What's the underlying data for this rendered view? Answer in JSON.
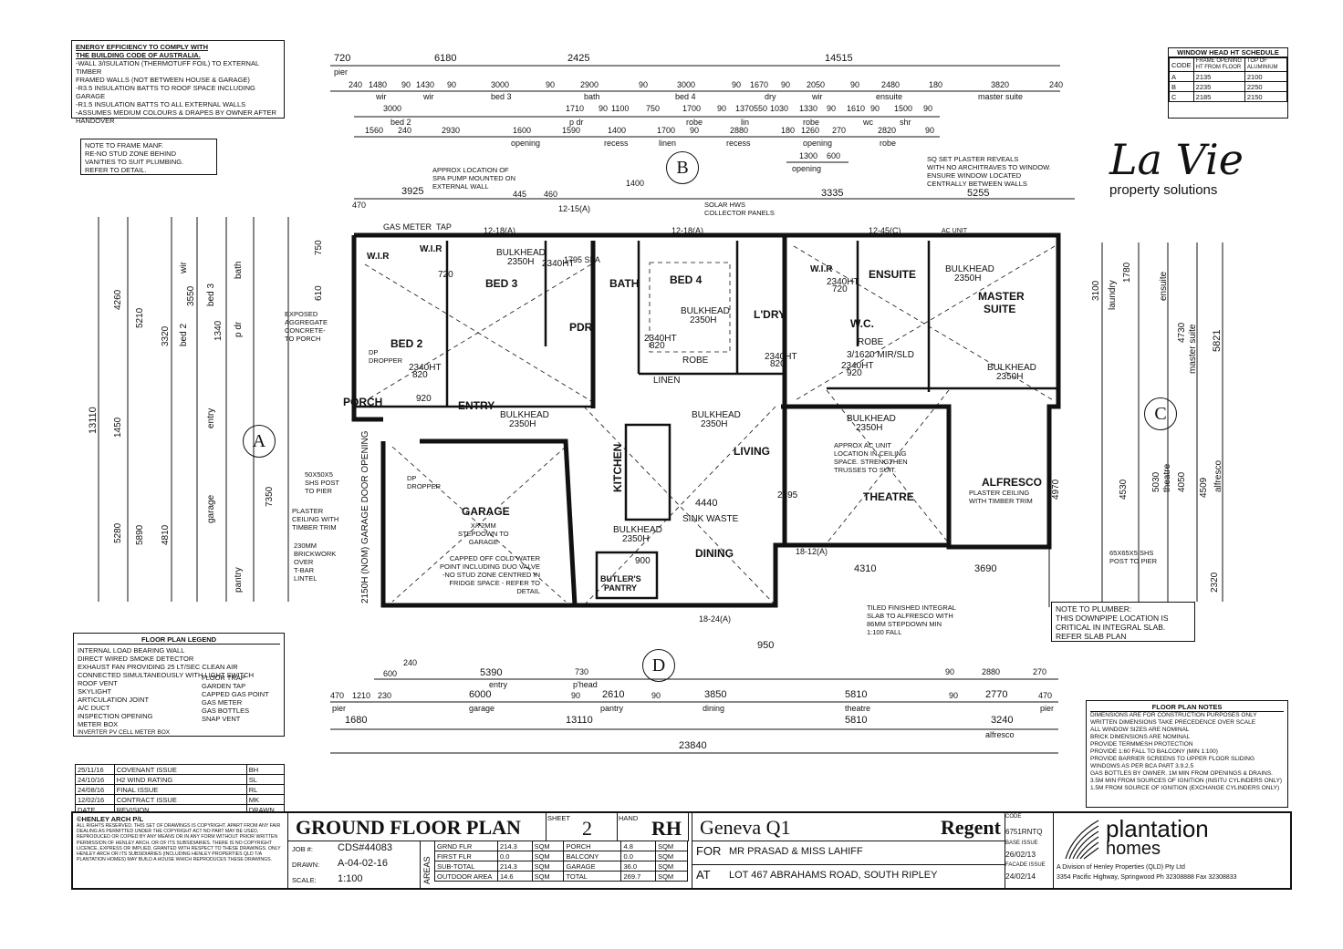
{
  "energy_notes": {
    "title_1": "ENERGY EFFICIENCY TO COMPLY WITH",
    "title_2": "THE BUILDING CODE OF AUSTRALIA.",
    "lines": [
      "-WALL 3/ISULATION (THERMOTUFF FOIL) TO EXTERNAL TIMBER",
      "FRAMED WALLS (NOT BETWEEN HOUSE & GARAGE)",
      "-R3.5 INSULATION BATTS TO ROOF SPACE INCLUDING",
      "GARAGE",
      "-R1.5 INSULATION BATTS TO ALL EXTERNAL WALLS",
      "-ASSUMES MEDIUM COLOURS & DRAPES BY OWNER AFTER",
      "HANDOVER"
    ]
  },
  "frame_note": [
    "NOTE TO FRAME MANF.",
    "RE-NO STUD ZONE BEHIND",
    "VANITIES TO SUIT PLUMBING.",
    "REFER TO DETAIL."
  ],
  "window_schedule": {
    "title": "WINDOW HEAD HT SCHEDULE",
    "headers": [
      "CODE",
      "FRAME OPENING HT FROM FLOOR",
      "TOP OF ALUMINIUM"
    ],
    "rows": [
      [
        "A",
        "2135",
        "2100"
      ],
      [
        "B",
        "2235",
        "2250"
      ],
      [
        "C",
        "2185",
        "2150"
      ]
    ]
  },
  "brand": {
    "logo_main": "La Vie",
    "logo_sub": "property solutions"
  },
  "top_dims": {
    "row1": [
      "720",
      "6180",
      "2425",
      "14515"
    ],
    "row1_sub": "pier",
    "row2": [
      "240",
      "1480",
      "90",
      "1430",
      "90",
      "3000",
      "90",
      "2900",
      "90",
      "3000",
      "90",
      "1670",
      "90",
      "2050",
      "90",
      "2480",
      "180",
      "3820",
      "240"
    ],
    "row2_labels": [
      "wir",
      "wir",
      "bed 3",
      "bath",
      "bed 4",
      "dry",
      "wir",
      "ensuite",
      "master suite"
    ],
    "row3": [
      "3000",
      "1710",
      "90",
      "1100",
      "750",
      "1700",
      "90",
      "1370",
      "550",
      "1030",
      "1330",
      "90",
      "1610",
      "90",
      "1500",
      "90"
    ],
    "row3_labels": [
      "bed 2",
      "p dr",
      "robe",
      "lin",
      "robe",
      "wc",
      "shr"
    ],
    "row4": [
      "1560",
      "240",
      "2930",
      "1600",
      "1590",
      "1400",
      "1700",
      "90",
      "2880",
      "180",
      "1260",
      "270",
      "2820",
      "90"
    ],
    "row4_labels": [
      "opening",
      "recess",
      "linen",
      "recess",
      "opening",
      "robe"
    ],
    "row5": [
      "1300",
      "600"
    ],
    "row5_label": "opening"
  },
  "top_annotations": {
    "spa_pump": [
      "APPROX LOCATION OF",
      "SPA PUMP MOUNTED ON",
      "EXTERNAL WALL"
    ],
    "solar_hws": [
      "SOLAR HWS",
      "COLLECTOR PANELS"
    ],
    "plaster_reveals": [
      "SQ SET PLASTER REVEALS",
      "WITH NO ARCHITRAVES TO WINDOW.",
      "ENSURE WINDOW LOCATED",
      "CENTRALLY BETWEEN WALLS"
    ],
    "dims": [
      "470",
      "3925",
      "445",
      "460",
      "12-15(A)",
      "1400",
      "3335",
      "5255"
    ],
    "window_codes": [
      "12-18(A)",
      "12-18(A)",
      "12-45(C)"
    ],
    "gas_meter": "GAS METER",
    "tap": "TAP",
    "ac_unit": "AC UNIT"
  },
  "rooms": {
    "wir_left": "W.I.R",
    "wir_mid": "W.I.R",
    "bed3": "BED 3",
    "bath": "BATH",
    "bed4": "BED 4",
    "bed2": "BED 2",
    "pdr": "PDR",
    "ldry": "L'DRY",
    "wir_right": "W.I.R",
    "ensuite": "ENSUITE",
    "master": "MASTER",
    "master2": "SUITE",
    "wc": "W.C.",
    "robe1": "ROBE",
    "robe2": "ROBE",
    "linen": "LINEN",
    "porch": "PORCH",
    "entry": "ENTRY",
    "living": "LIVING",
    "theatre": "THEATRE",
    "alfresco": "ALFRESCO",
    "garage": "GARAGE",
    "dining": "DINING",
    "kitchen": "KITCHEN",
    "butlers": "BUTLER'S",
    "pantry": "PANTRY"
  },
  "plan_notes": {
    "bulkhead": "BULKHEAD",
    "bulkhead_h": "2350H",
    "spa": "1795 SPA",
    "ht_2340": "2340HT",
    "w_820": "820",
    "w_720": "720",
    "w_920": "920",
    "w_900": "900",
    "dp_dropper": [
      "DP",
      "DROPPER"
    ],
    "exposed": [
      "EXPOSED",
      "AGGREGATE",
      "CONCRETE-",
      "TO PORCH"
    ],
    "post": [
      "50X50X5",
      "SHS POST",
      "TO PIER"
    ],
    "plaster_ceiling": [
      "PLASTER",
      "CEILING WITH",
      "TIMBER TRIM"
    ],
    "brickwork": [
      "230MM",
      "BRICKWORK",
      "OVER",
      "T-BAR",
      "LINTEL"
    ],
    "garage_stepdown": [
      "X/72MM",
      "STEPDOWN TO",
      "GARAGE"
    ],
    "capped_water": [
      "CAPPED OFF COLD WATER",
      "POINT INCLUDING DUO VALVE",
      "-NO STUD ZONE CENTRED IN",
      "FRIDGE SPACE - REFER TO",
      "DETAIL"
    ],
    "sink_waste": "SINK WASTE",
    "ac_location": [
      "APPROX AC UNIT",
      "LOCATION IN CEILING",
      "SPACE. STRENGTHEN",
      "TRUSSES TO SUIT."
    ],
    "alfresco_ceiling": [
      "PLASTER CEILING",
      "WITH TIMBER TRIM"
    ],
    "tiled": [
      "TILED FINISHED INTEGRAL",
      "SLAB TO ALFRESCO WITH",
      "86MM STEPDOWN MIN",
      "1:100 FALL"
    ],
    "post_right": [
      "65X65X5 SHS",
      "POST TO PIER"
    ],
    "mirror": "3/1620 MIR/SLD",
    "garage_door": "2150H (NOM) GARAGE DOOR OPENING",
    "dim_4440": "4440",
    "dim_2495": "2495",
    "dim_4310": "4310",
    "dim_3690": "3690",
    "dim_4970": "4970",
    "dim_4530": "4530",
    "dim_950": "950",
    "win_18_24": "18-24(A)",
    "win_18_12": "18-12(A)"
  },
  "plumber_note": [
    "NOTE TO PLUMBER:",
    "THIS DOWNPIPE LOCATION IS",
    "CRITICAL IN INTEGRAL SLAB.",
    "REFER SLAB PLAN"
  ],
  "left_dims": {
    "overall": "13110",
    "col1": [
      "4260",
      "5210",
      "3320",
      "1450",
      "5280"
    ],
    "col2": [
      "750",
      "610",
      "3550",
      "1340",
      "5890",
      "4810",
      "7350"
    ],
    "labels": [
      "bed 3",
      "bed 2",
      "wir",
      "bath",
      "p dr",
      "entry",
      "garage",
      "pantry"
    ]
  },
  "right_dims": {
    "overall": "5821",
    "col": [
      "3100",
      "1780",
      "4730",
      "5030",
      "4050",
      "4509",
      "2320"
    ],
    "labels": [
      "laundry",
      "ensuite",
      "master suite",
      "theatre",
      "alfresco"
    ]
  },
  "section_markers": [
    "A",
    "B",
    "C",
    "D"
  ],
  "bottom_dims": {
    "row1": [
      "240",
      "600",
      "5390",
      "730",
      "90",
      "2880",
      "270"
    ],
    "row1_labels": [
      "entry",
      "p'head"
    ],
    "row2": [
      "470",
      "1210",
      "230",
      "6000",
      "90",
      "2610",
      "90",
      "3850",
      "5810",
      "90",
      "2770",
      "470"
    ],
    "row2_labels": [
      "pier",
      "garage",
      "pantry",
      "dining",
      "theatre",
      "pier"
    ],
    "row3": [
      "1680",
      "13110",
      "5810",
      "3240"
    ],
    "row3_label": "alfresco",
    "overall": "23840"
  },
  "legend": {
    "title": "FLOOR PLAN LEGEND",
    "items": [
      "INTERNAL LOAD BEARING WALL",
      "DIRECT WIRED SMOKE DETECTOR",
      "EXHAUST FAN PROVIDING 25 LT/SEC CLEAN AIR CONNECTED SIMULTANEOUSLY WITH LIGHT SWITCH",
      "ROOF VENT",
      "SKYLIGHT",
      "ARTICULATION JOINT",
      "A/C DUCT",
      "INSPECTION OPENING",
      "METER BOX",
      "INVERTER PV CELL METER BOX"
    ],
    "items_right": [
      "FLOOR TRAP",
      "GARDEN TAP",
      "CAPPED GAS POINT",
      "GAS METER",
      "GAS BOTTLES",
      "SNAP VENT"
    ]
  },
  "notes": {
    "title": "FLOOR PLAN NOTES",
    "items": [
      "DIMENSIONS ARE FOR CONSTRUCTION PURPOSES ONLY",
      "WRITTEN DIMENSIONS TAKE PRECEDENCE OVER SCALE",
      "ALL WINDOW SIZES ARE NOMINAL",
      "BRICK DIMENSIONS ARE NOMINAL",
      "PROVIDE TERMMESH PROTECTION",
      "PROVIDE 1:60 FALL TO BALCONY (MIN 1:100)",
      "PROVIDE BARRIER SCREENS TO UPPER FLOOR SLIDING WINDOWS AS PER BCA PART 3.9.2.5",
      "GAS BOTTLES BY OWNER. 1M MIN FROM OPENINGS & DRAINS. 3.5M MIN FROM SOURCES OF IGNITION (INSITU CYLINDERS ONLY) 1.5M FROM SOURCE OF IGNITION (EXCHANGE CYLINDERS ONLY)"
    ]
  },
  "revisions": [
    [
      "25/11/16",
      "COVENANT ISSUE",
      "BH"
    ],
    [
      "24/10/16",
      "H2 WIND RATING",
      "SL"
    ],
    [
      "24/08/16",
      "FINAL ISSUE",
      "RL"
    ],
    [
      "12/02/16",
      "CONTRACT ISSUE",
      "MK"
    ],
    [
      "DATE",
      "REVISION",
      "DRAWN"
    ]
  ],
  "title_block": {
    "copyright_title": "©HENLEY ARCH P/L",
    "copyright_text": "ALL RIGHTS RESERVED. THIS SET OF DRAWINGS IS COPYRIGHT. APART FROM ANY FAIR DEALING AS PERMITTED UNDER THE COPYRIGHT ACT NO PART MAY BE USED, REPRODUCED OR COPIED BY ANY MEANS OR IN ANY FORM WITHOUT PRIOR WRITTEN PERMISSION OF HENLEY ARCH. OR OF ITS SUBSIDIARIES. THERE IS NO COPYRIGHT LICENCE, EXPRESS OR IMPLIED, GRANTED WITH RESPECT TO THESE DRAWINGS. ONLY HENLEY ARCH OR ITS SUBSIDIARIES (INCLUDING HENLEY PROPERTIES QLD T/A PLANTATION HOMES) MAY BUILD A HOUSE WHICH REPRODUCES THESE DRAWINGS.",
    "plan_title": "GROUND FLOOR PLAN",
    "sheet_label": "SHEET",
    "sheet": "2",
    "hand_label": "HAND",
    "hand": "RH",
    "job_label": "JOB #:",
    "job": "CDS#44083",
    "drawn_label": "DRAWN:",
    "drawn": "A-04-02-16",
    "scale_label": "SCALE:",
    "scale": "1:100",
    "areas_label": "AREAS",
    "areas": [
      [
        "GRND FLR",
        "214.3",
        "SQM",
        "PORCH",
        "4.8",
        "SQM"
      ],
      [
        "FIRST FLR",
        "0.0",
        "SQM",
        "BALCONY",
        "0.0",
        "SQM"
      ],
      [
        "SUB-TOTAL",
        "214.3",
        "SQM",
        "GARAGE",
        "36.0",
        "SQM"
      ],
      [
        "OUTDOOR AREA",
        "14.6",
        "SQM",
        "TOTAL",
        "269.7",
        "SQM"
      ]
    ],
    "design": "Geneva Q1",
    "facade": "Regent",
    "code_label": "CODE",
    "code": "6751RNTQ",
    "base_issue_label": "BASE ISSUE",
    "base_issue": "26/02/13",
    "facade_issue_label": "FACADE ISSUE",
    "facade_issue": "24/02/14",
    "for_label": "FOR",
    "client": "MR PRASAD & MISS LAHIFF",
    "at_label": "AT",
    "address": "LOT 467 ABRAHAMS ROAD, SOUTH RIPLEY",
    "builder_logo_1": "plantation",
    "builder_logo_2": "homes",
    "builder_line1": "A Division of Henley Properties (QLD) Pty Ltd",
    "builder_line2": "3354 Pacific Highway, Springwood Ph 32308888   Fax 32308833"
  }
}
